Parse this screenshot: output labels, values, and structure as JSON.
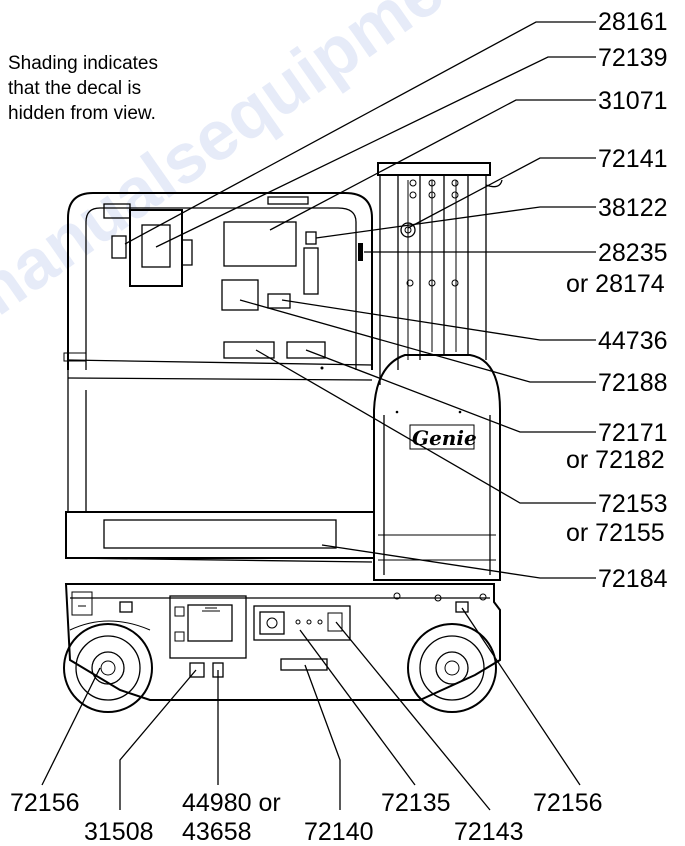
{
  "note": {
    "line1": "Shading indicates",
    "line2": "that the decal is",
    "line3": "hidden from view."
  },
  "brand": {
    "logo_text": "Genie"
  },
  "callouts_right": {
    "c28161": "28161",
    "c72139": "72139",
    "c31071": "31071",
    "c72141": "72141",
    "c38122": "38122",
    "c28235": "28235",
    "c28174": "or 28174",
    "c44736": "44736",
    "c72188": "72188",
    "c72171": "72171",
    "c72182": "or 72182",
    "c72153": "72153",
    "c72155": "or 72155",
    "c72184": "72184"
  },
  "callouts_bottom": {
    "c72156_left": "72156",
    "c31508": "31508",
    "c44980": "44980 or",
    "c43658": "43658",
    "c72140": "72140",
    "c72135": "72135",
    "c72143": "72143",
    "c72156_right": "72156"
  },
  "watermark": {
    "text": "manualsequipment.com"
  }
}
